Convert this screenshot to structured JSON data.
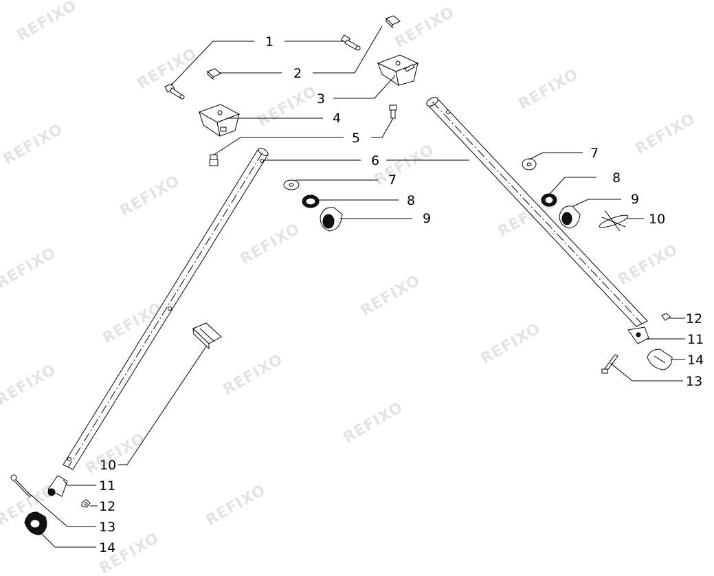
{
  "watermark": "REFIXO",
  "callouts": {
    "c1": "1",
    "c2": "2",
    "c3": "3",
    "c4": "4",
    "c5": "5",
    "c6": "6",
    "c7a": "7",
    "c7b": "7",
    "c8a": "8",
    "c8b": "8",
    "c9a": "9",
    "c9b": "9",
    "c10a": "10",
    "c10b": "10",
    "c11a": "11",
    "c11b": "11",
    "c12a": "12",
    "c12b": "12",
    "c13a": "13",
    "c13b": "13",
    "c14a": "14",
    "c14b": "14"
  }
}
